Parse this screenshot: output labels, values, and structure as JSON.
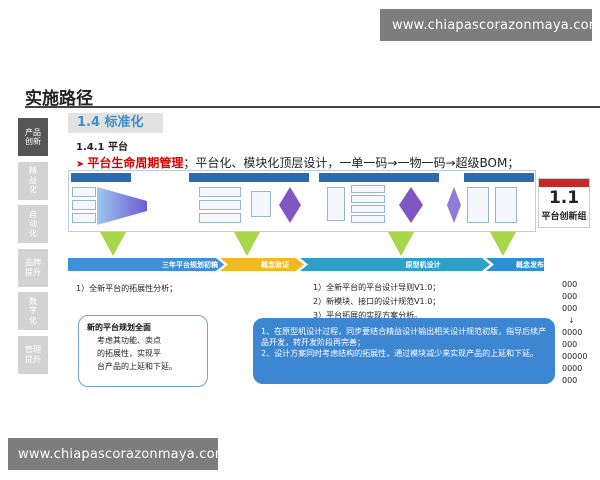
{
  "watermark_top": "www.chiapascorazonmaya.com",
  "watermark_bottom": "www.chiapascorazonmaya.com",
  "page_title": "实施路径",
  "sidenav": [
    {
      "label": "产品\n创新",
      "active": true
    },
    {
      "label": "精\n益\n化",
      "active": false
    },
    {
      "label": "自\n动\n化",
      "active": false
    },
    {
      "label": "品牌\n提升",
      "active": false
    },
    {
      "label": "数\n字\n化",
      "active": false
    },
    {
      "label": "管理\n提升",
      "active": false
    }
  ],
  "section_tag": "1.4 标准化",
  "subsection": "1.4.1 平台",
  "bullet": {
    "highlight": "平台生命周期管理",
    "rest": "；平台化、模块化顶层设计，一单一码→一物一码→超级BOM；"
  },
  "badge": {
    "number": "1.1",
    "label": "平台创新组"
  },
  "timeline": [
    "三年平台规划初稿",
    "概念验证",
    "原型机设计",
    "概念发布"
  ],
  "list_left": "1）全新平台的拓展性分析；",
  "list_right": [
    "1）全新平台的平台设计导则V1.0；",
    "2）新模块、接口的设计规范V1.0；",
    "3）平台拓展的实现方案分析。"
  ],
  "callout_left": {
    "title": "新的平台规划全面",
    "lines": [
      "考虑其功能、卖点",
      "的拓展性，实现平",
      "台产品的上延和下延。"
    ]
  },
  "callout_right": [
    "1、在原型机设计过程，同步要结合精益设计输出相关设计规范初版，指导后续产品开发，转开发阶段再完善；",
    "2、设计方案同时考虑结构的拓展性，通过模块减少来实现产品的上延和下延。"
  ],
  "stack": [
    "000",
    "000",
    "000",
    "0000",
    "000",
    "00000",
    "0000",
    "000"
  ],
  "colors": {
    "accent_blue": "#3c86d2",
    "red": "#d00000",
    "nav_active": "#555555",
    "nav_idle": "#d3d3d3"
  }
}
